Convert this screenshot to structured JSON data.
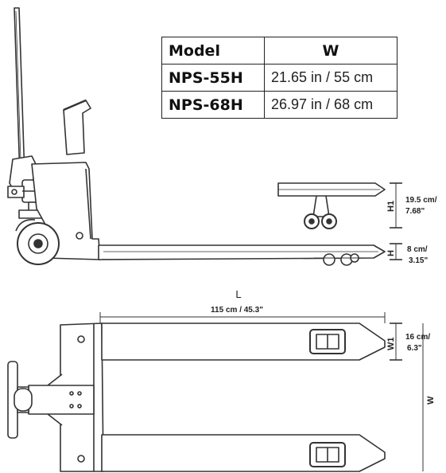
{
  "table": {
    "headers": {
      "model": "Model",
      "w": "W"
    },
    "rows": [
      {
        "model": "NPS-55H",
        "w": "21.65 in / 55 cm"
      },
      {
        "model": "NPS-68H",
        "w": "26.97 in / 68 cm"
      }
    ]
  },
  "dimensions": {
    "h1_label": "H1",
    "h1_value_line1": "19.5 cm/",
    "h1_value_line2": "7.68\"",
    "h_label": "H",
    "h_value_line1": "8 cm/",
    "h_value_line2": "3.15\"",
    "l_label": "L",
    "l_value": "115 cm / 45.3\"",
    "w1_label": "W1",
    "w1_value_line1": "16 cm/",
    "w1_value_line2": "6.3\"",
    "w_label": "W"
  }
}
